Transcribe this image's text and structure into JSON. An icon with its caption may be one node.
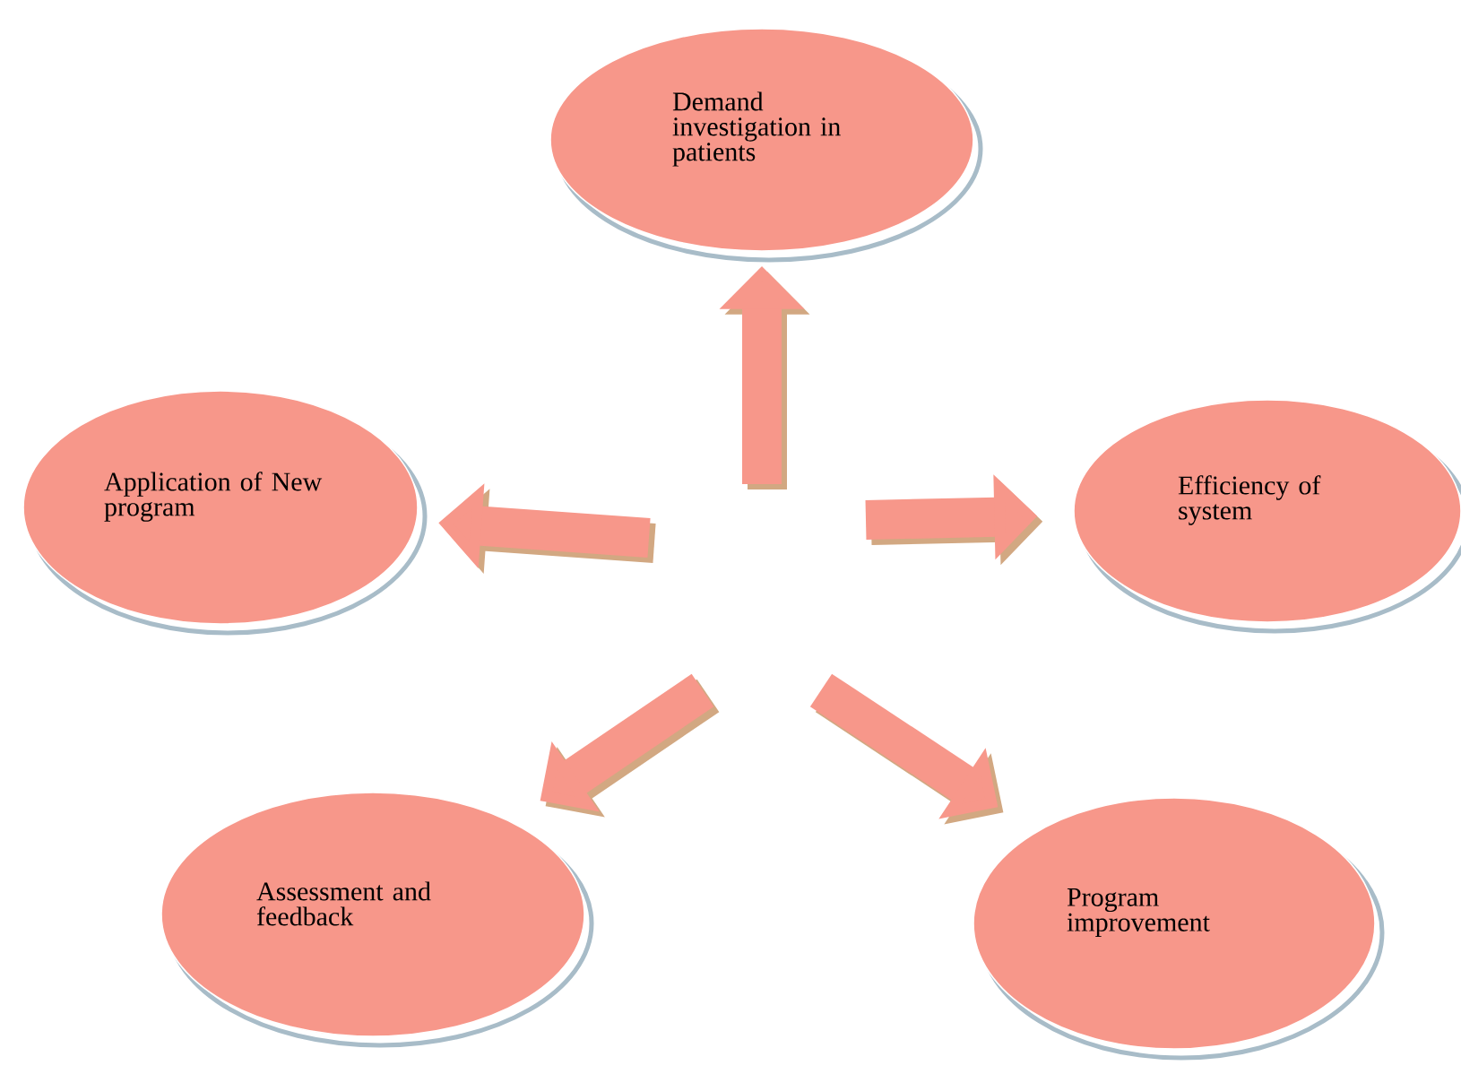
{
  "diagram": {
    "nodes": [
      {
        "text": [
          "Demand investigation in patients"
        ]
      },
      {
        "text": [
          "Application of New program"
        ]
      },
      {
        "text": [
          "Efficiency of system"
        ]
      },
      {
        "text": [
          "Assessment and feedback"
        ]
      },
      {
        "text": [
          "Program improvement"
        ]
      }
    ],
    "edges": [
      {
        "from": null,
        "to": 0,
        "arrow": "to"
      },
      {
        "from": null,
        "to": 1,
        "arrow": "to"
      },
      {
        "from": null,
        "to": 2,
        "arrow": "to"
      },
      {
        "from": null,
        "to": 3,
        "arrow": "to"
      },
      {
        "from": null,
        "to": 4,
        "arrow": "to"
      }
    ]
  }
}
